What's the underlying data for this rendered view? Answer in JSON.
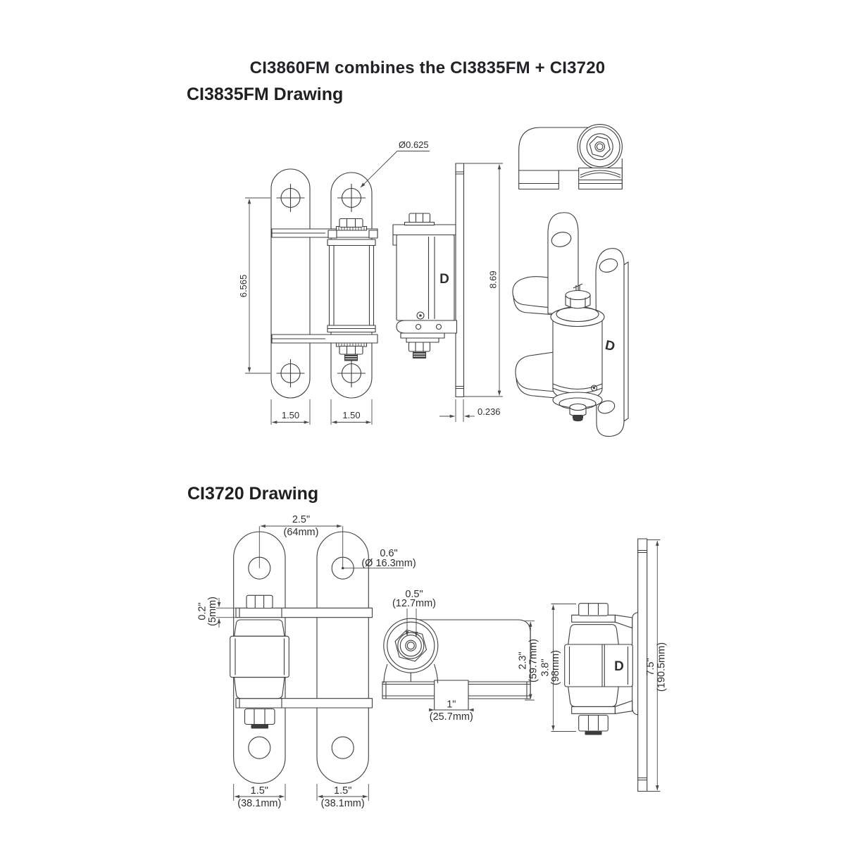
{
  "page": {
    "title": "CI3860FM combines the CI3835FM + CI3720",
    "background": "#ffffff",
    "line_color": "#3d3d3f",
    "text_color": "#2e2f31"
  },
  "ci3835fm": {
    "heading": "CI3835FM Drawing",
    "brand_mark": "D",
    "dims": {
      "hole_diameter": "Ø0.625",
      "hole_span": "6.565",
      "left_strap_width": "1.50",
      "right_strap_width": "1.50",
      "plate_height": "8.69",
      "plate_thickness": "0.236"
    }
  },
  "ci3720": {
    "heading": "CI3720 Drawing",
    "brand_mark": "D",
    "dims": {
      "hole_span_in": "2.5\"",
      "hole_span_mm": "(64mm)",
      "hole_dia_in": "0.6\"",
      "hole_dia_mm": "(Ø 16.3mm)",
      "bracket_thickness_in": "0.2\"",
      "bracket_thickness_mm": "(5mm)",
      "pin_dia_in": "0.5\"",
      "pin_dia_mm": "(12.7mm)",
      "elbow_height_in": "2.3\"",
      "elbow_height_mm": "(59.7mm)",
      "foot_width_in": "1\"",
      "foot_width_mm": "(25.7mm)",
      "barrel_height_in": "3.8\"",
      "barrel_height_mm": "(98mm)",
      "plate_height_in": "7.5\"",
      "plate_height_mm": "(190.5mm)",
      "left_strap_width_in": "1.5\"",
      "left_strap_width_mm": "(38.1mm)",
      "right_strap_width_in": "1.5\"",
      "right_strap_width_mm": "(38.1mm)"
    }
  }
}
